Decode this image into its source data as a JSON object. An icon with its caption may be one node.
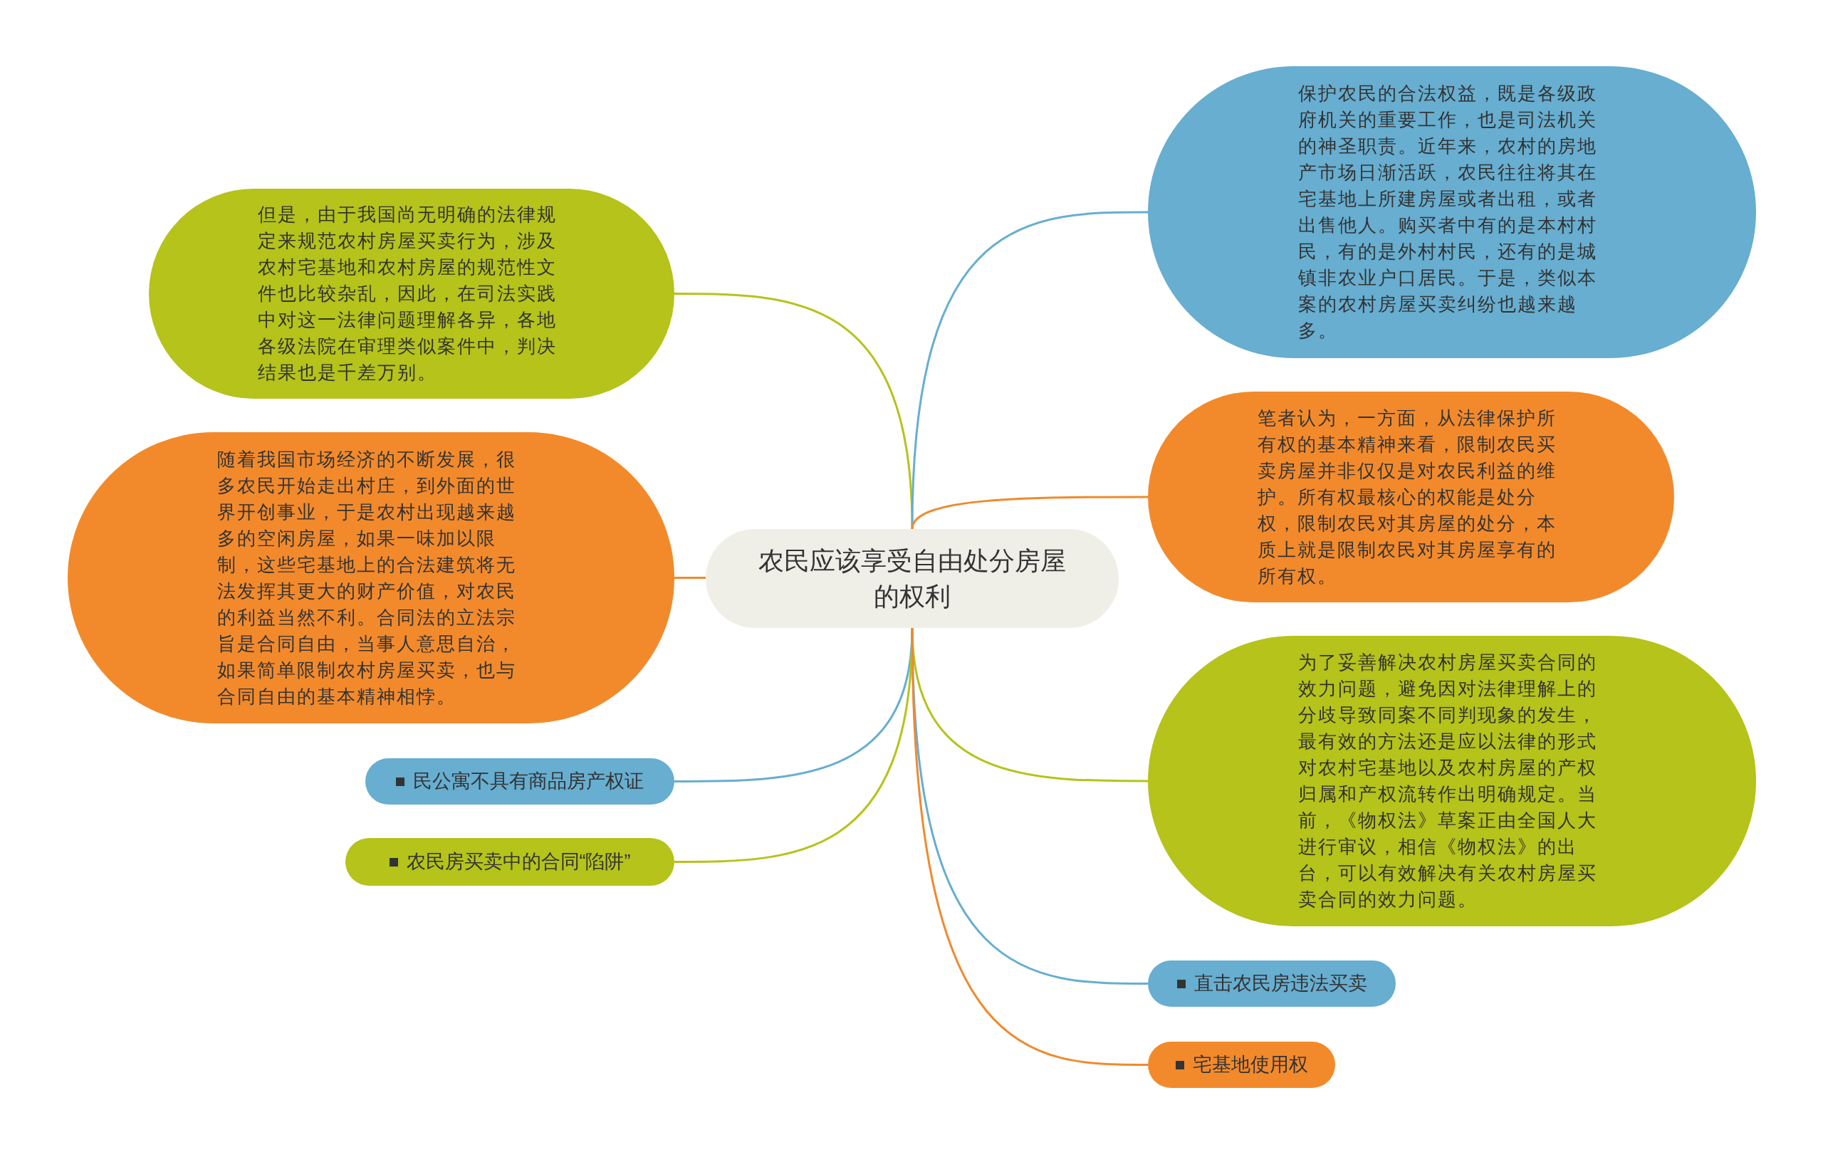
{
  "diagram": {
    "nodes": [
      {
        "text": [
          "农民应该享受自由处分房屋的权利"
        ]
      },
      {
        "text": [
          "但是，由于我国尚无明确的法律规定来规范农村房屋买卖行为，涉及农村宅基地和农村房屋的规范性文件也比较杂乱，因此，在司法实践中对这一法律问题理解各异，各地各级法院在审理类似案件中，判决结果也是千差万别。"
        ]
      },
      {
        "text": [
          "随着我国市场经济的不断发展，很多农民开始走出村庄，到外面的世界开创事业，于是农村出现越来越多的空闲房屋，如果一味加以限制，这些宅基地上的合法建筑将无法发挥其更大的财产价值，对农民的利益当然不利。合同法的立法宗旨是合同自由，当事人意思自治，如果简单限制农村房屋买卖，也与合同自由的基本精神相悖。"
        ]
      },
      {
        "text": [
          "民公寓不具有商品房产权证"
        ]
      },
      {
        "text": [
          "农民房买卖中的合同“陷阱”"
        ]
      },
      {
        "text": [
          "保护农民的合法权益，既是各级政府机关的重要工作，也是司法机关的神圣职责。近年来，农村的房地产市场日渐活跃，农民往往将其在宅基地上所建房屋或者出租，或者出售他人。购买者中有的是本村村民，有的是外村村民，还有的是城镇非农业户口居民。于是，类似本案的农村房屋买卖纠纷也越来越多。"
        ]
      },
      {
        "text": [
          "笔者认为，一方面，从法律保护所有权的基本精神来看，限制农民买卖房屋并非仅仅是对农民利益的维护。所有权最核心的权能是处分权，限制农民对其房屋的处分，本质上就是限制农民对其房屋享有的所有权。"
        ]
      },
      {
        "text": [
          "为了妥善解决农村房屋买卖合同的效力问题，避免因对法律理解上的分歧导致同案不同判现象的发生，最有效的方法还是应以法律的形式对农村宅基地以及农村房屋的产权归属和产权流转作出明确规定。当前，《物权法》草案正由全国人大进行审议，相信《物权法》的出台，可以有效解决有关农村房屋买卖合同的效力问题。"
        ]
      },
      {
        "text": [
          "直击农民房违法买卖"
        ]
      },
      {
        "text": [
          "宅基地使用权"
        ]
      }
    ],
    "edges": [
      {
        "from": 0,
        "to": 1,
        "arrow": "none",
        "color": "#b5c31a"
      },
      {
        "from": 0,
        "to": 2,
        "arrow": "none",
        "color": "#ef8a2e"
      },
      {
        "from": 0,
        "to": 3,
        "arrow": "none",
        "color": "#67aed0"
      },
      {
        "from": 0,
        "to": 4,
        "arrow": "none",
        "color": "#b5c31a"
      },
      {
        "from": 0,
        "to": 5,
        "arrow": "none",
        "color": "#67aed0"
      },
      {
        "from": 0,
        "to": 6,
        "arrow": "none",
        "color": "#ef8a2e"
      },
      {
        "from": 0,
        "to": 7,
        "arrow": "none",
        "color": "#b5c31a"
      },
      {
        "from": 0,
        "to": 8,
        "arrow": "none",
        "color": "#67aed0"
      },
      {
        "from": 0,
        "to": 9,
        "arrow": "none",
        "color": "#ef8a2e"
      }
    ]
  }
}
